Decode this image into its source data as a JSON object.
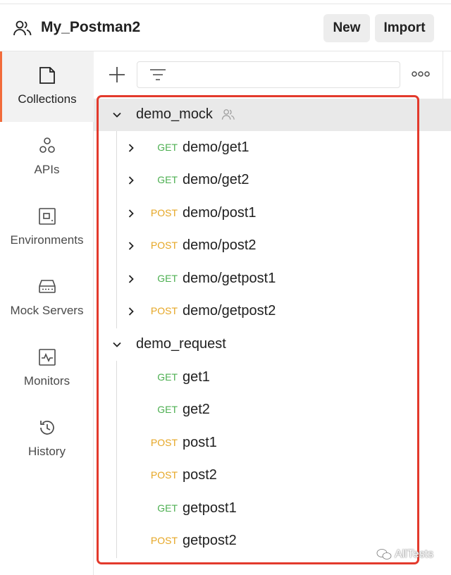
{
  "header": {
    "workspace_title": "My_Postman2",
    "new_label": "New",
    "import_label": "Import"
  },
  "sidebar": {
    "items": [
      {
        "label": "Collections",
        "icon": "collections-icon",
        "active": true
      },
      {
        "label": "APIs",
        "icon": "apis-icon"
      },
      {
        "label": "Environments",
        "icon": "environments-icon"
      },
      {
        "label": "Mock Servers",
        "icon": "mock-servers-icon"
      },
      {
        "label": "Monitors",
        "icon": "monitors-icon"
      },
      {
        "label": "History",
        "icon": "history-icon"
      }
    ]
  },
  "toolbar": {
    "add_icon": "plus-icon",
    "filter_icon": "filter-icon",
    "more_icon": "more-icon"
  },
  "collections": [
    {
      "name": "demo_mock",
      "shared": true,
      "expanded": true,
      "requests": [
        {
          "method": "GET",
          "name": "demo/get1"
        },
        {
          "method": "GET",
          "name": "demo/get2"
        },
        {
          "method": "POST",
          "name": "demo/post1"
        },
        {
          "method": "POST",
          "name": "demo/post2"
        },
        {
          "method": "GET",
          "name": "demo/getpost1"
        },
        {
          "method": "POST",
          "name": "demo/getpost2"
        }
      ]
    },
    {
      "name": "demo_request",
      "expanded": true,
      "requests": [
        {
          "method": "GET",
          "name": "get1"
        },
        {
          "method": "GET",
          "name": "get2"
        },
        {
          "method": "POST",
          "name": "post1"
        },
        {
          "method": "POST",
          "name": "post2"
        },
        {
          "method": "GET",
          "name": "getpost1"
        },
        {
          "method": "POST",
          "name": "getpost2"
        }
      ]
    }
  ],
  "colors": {
    "get": "#4caf50",
    "post": "#e6a623",
    "accent": "#f26b3a",
    "highlight": "#e33a2c"
  },
  "watermark": "AllTests"
}
